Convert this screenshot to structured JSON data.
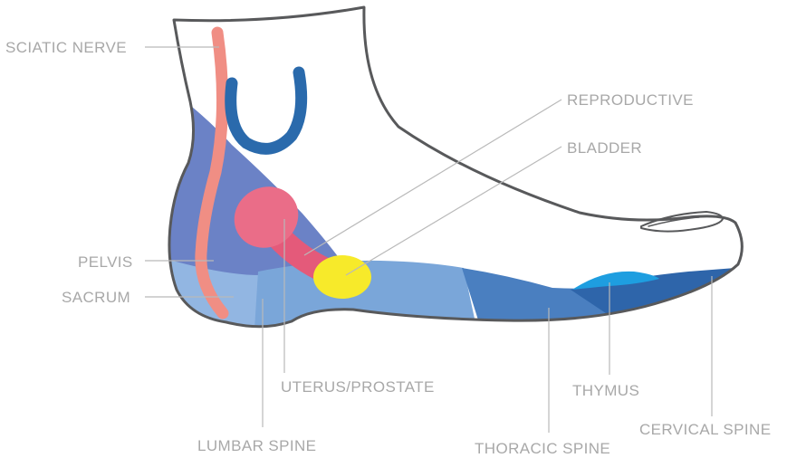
{
  "labels": {
    "sciatic_nerve": "SCIATIC NERVE",
    "reproductive": "REPRODUCTIVE",
    "bladder": "BLADDER",
    "pelvis": "PELVIS",
    "sacrum": "SACRUM",
    "uterus_prostate": "UTERUS/PROSTATE",
    "thymus": "THYMUS",
    "cervical_spine": "CERVICAL SPINE",
    "lumbar_spine": "LUMBAR SPINE",
    "thoracic_spine": "THORACIC SPINE"
  },
  "colors": {
    "outline": "#58595b",
    "leader": "#b9b9b9",
    "label_text": "#a8a8a8",
    "sciatic_nerve": "#f08e84",
    "pelvis_area": "#6b82c6",
    "sacrum_area": "#92b6e2",
    "lumbar_area": "#7aa6d9",
    "thoracic_area": "#4a7fc0",
    "cervical_area": "#2e65aa",
    "thymus": "#1e9ee0",
    "uterus_prostate": "#ea6d88",
    "reproductive": "#e45a7a",
    "bladder": "#f7ea2a",
    "hook": "#2a6aac"
  }
}
